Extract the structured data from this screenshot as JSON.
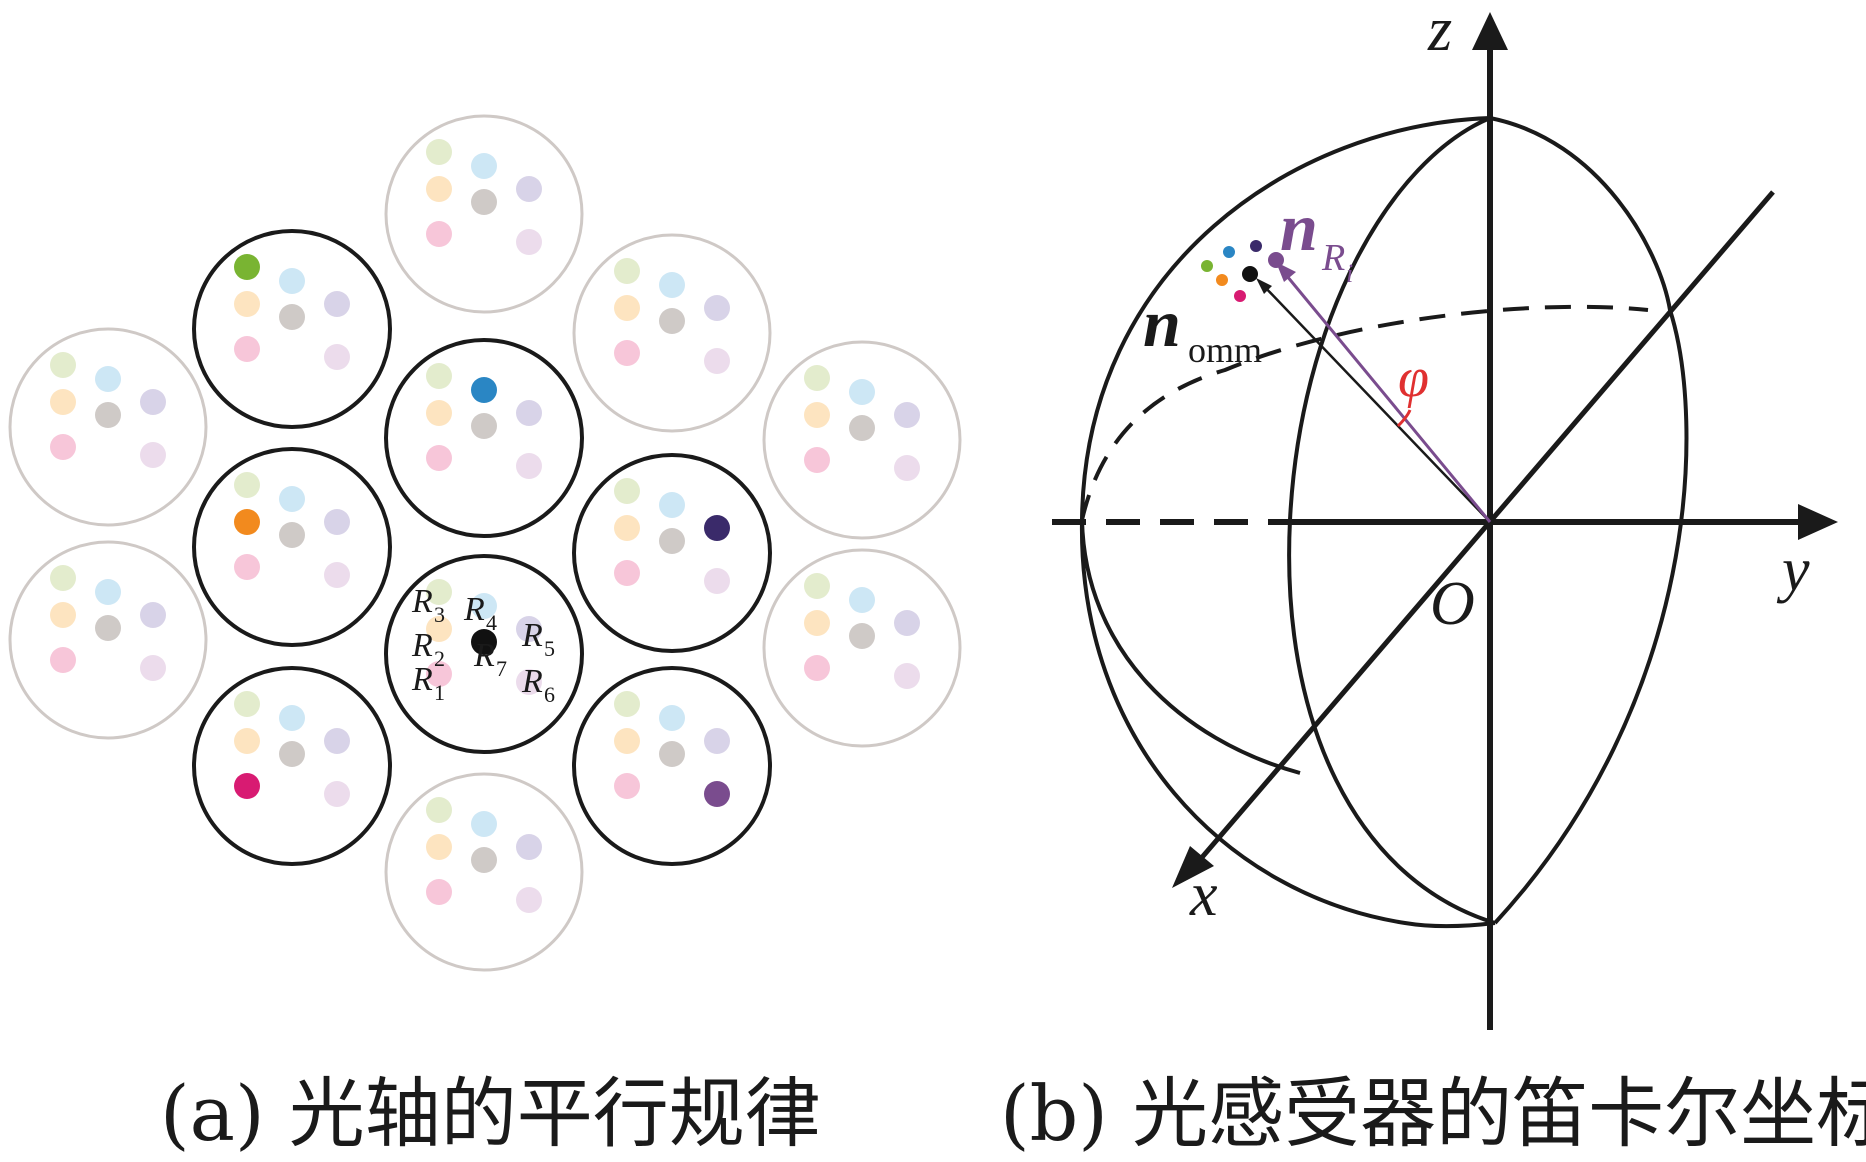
{
  "panel_a": {
    "caption": "(a) 光轴的平行规律",
    "receptor_labels": [
      {
        "main": "R",
        "sub": "1"
      },
      {
        "main": "R",
        "sub": "2"
      },
      {
        "main": "R",
        "sub": "3"
      },
      {
        "main": "R",
        "sub": "4"
      },
      {
        "main": "R",
        "sub": "5"
      },
      {
        "main": "R",
        "sub": "6"
      },
      {
        "main": "R",
        "sub": "7"
      }
    ],
    "receptor_colors": {
      "R1": "#d81b72",
      "R2": "#f28a1e",
      "R3": "#79b432",
      "R4": "#2a86c4",
      "R5": "#3a2a6a",
      "R6": "#7a4c8e",
      "R7": "#111111"
    }
  },
  "panel_b": {
    "caption": "(b) 光感受器的笛卡尔坐标",
    "axes": {
      "x": "x",
      "y": "y",
      "z": "z",
      "origin": "O"
    },
    "n_omm": {
      "main": "n",
      "sub": "omm"
    },
    "n_Ri": {
      "main": "n",
      "sub": "R",
      "subsub": "i"
    },
    "angle": "φ",
    "colors": {
      "n_Ri": "#7a4c8e",
      "angle": "#e03030",
      "n_omm": "#111111"
    }
  }
}
